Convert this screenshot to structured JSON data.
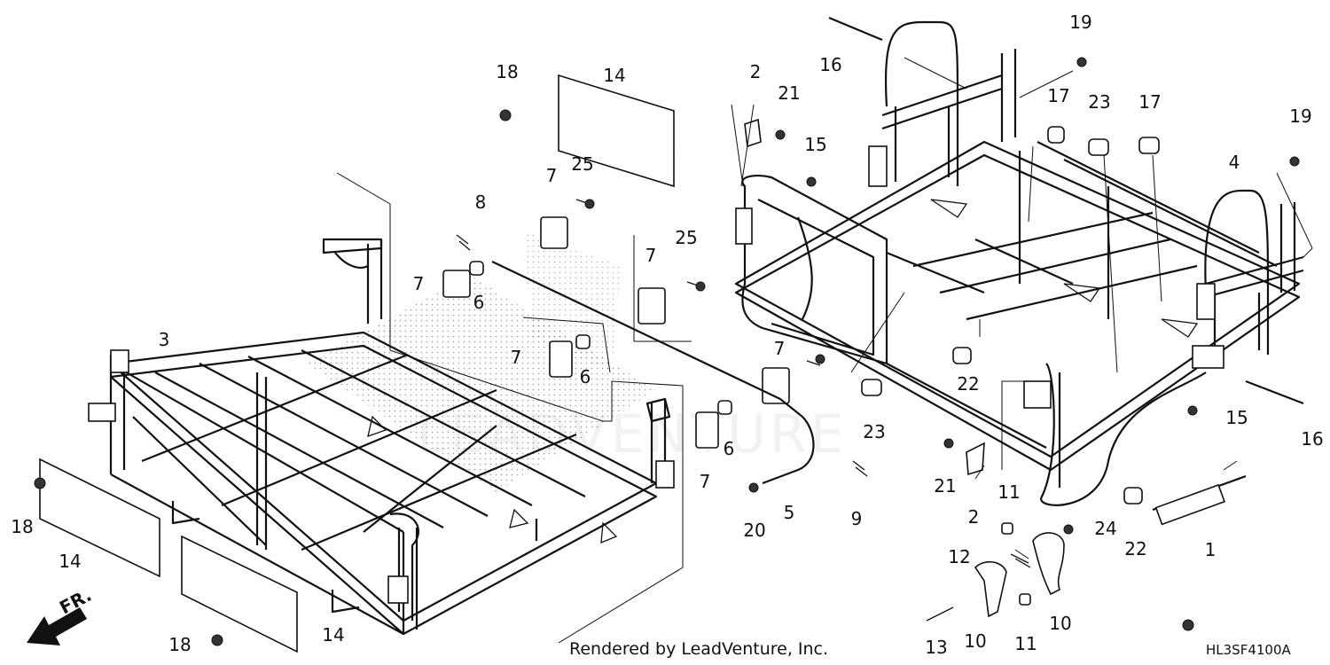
{
  "callouts": [
    {
      "id": "c1",
      "text": "1"
    },
    {
      "id": "c2a",
      "text": "2"
    },
    {
      "id": "c2b",
      "text": "2"
    },
    {
      "id": "c3",
      "text": "3"
    },
    {
      "id": "c4",
      "text": "4"
    },
    {
      "id": "c5",
      "text": "5"
    },
    {
      "id": "c6a",
      "text": "6"
    },
    {
      "id": "c6b",
      "text": "6"
    },
    {
      "id": "c6c",
      "text": "6"
    },
    {
      "id": "c7a",
      "text": "7"
    },
    {
      "id": "c7b",
      "text": "7"
    },
    {
      "id": "c7c",
      "text": "7"
    },
    {
      "id": "c7d",
      "text": "7"
    },
    {
      "id": "c7e",
      "text": "7"
    },
    {
      "id": "c7f",
      "text": "7"
    },
    {
      "id": "c8",
      "text": "8"
    },
    {
      "id": "c9",
      "text": "9"
    },
    {
      "id": "c10a",
      "text": "10"
    },
    {
      "id": "c10b",
      "text": "10"
    },
    {
      "id": "c11a",
      "text": "11"
    },
    {
      "id": "c11b",
      "text": "11"
    },
    {
      "id": "c12",
      "text": "12"
    },
    {
      "id": "c13",
      "text": "13"
    },
    {
      "id": "c14a",
      "text": "14"
    },
    {
      "id": "c14b",
      "text": "14"
    },
    {
      "id": "c14c",
      "text": "14"
    },
    {
      "id": "c15a",
      "text": "15"
    },
    {
      "id": "c15b",
      "text": "15"
    },
    {
      "id": "c16a",
      "text": "16"
    },
    {
      "id": "c16b",
      "text": "16"
    },
    {
      "id": "c17a",
      "text": "17"
    },
    {
      "id": "c17b",
      "text": "17"
    },
    {
      "id": "c18a",
      "text": "18"
    },
    {
      "id": "c18b",
      "text": "18"
    },
    {
      "id": "c18c",
      "text": "18"
    },
    {
      "id": "c19a",
      "text": "19"
    },
    {
      "id": "c19b",
      "text": "19"
    },
    {
      "id": "c20",
      "text": "20"
    },
    {
      "id": "c21a",
      "text": "21"
    },
    {
      "id": "c21b",
      "text": "21"
    },
    {
      "id": "c22a",
      "text": "22"
    },
    {
      "id": "c22b",
      "text": "22"
    },
    {
      "id": "c23a",
      "text": "23"
    },
    {
      "id": "c23b",
      "text": "23"
    },
    {
      "id": "c24",
      "text": "24"
    },
    {
      "id": "c25a",
      "text": "25"
    },
    {
      "id": "c25b",
      "text": "25"
    }
  ],
  "direction_label": "FR.",
  "credit": "Rendered by LeadVenture, Inc.",
  "diagram_code": "HL3SF4100A",
  "watermark": "LEADVENTURE"
}
